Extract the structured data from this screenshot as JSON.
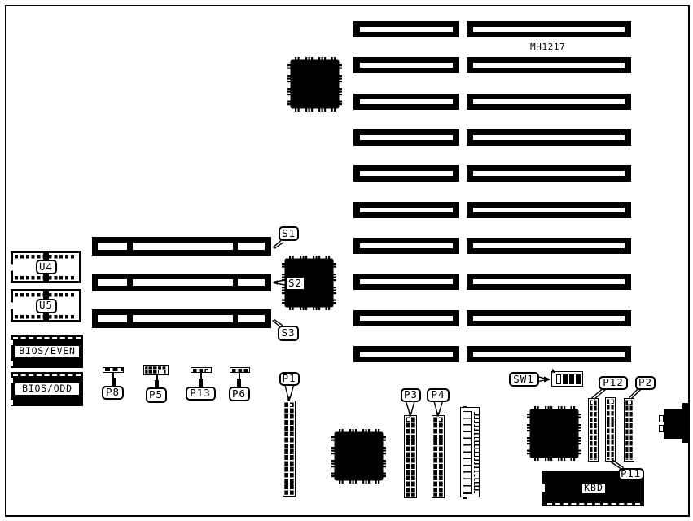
{
  "diagram": {
    "part_number": "MH1217",
    "ink_color": "#000000",
    "paper_color": "#ffffff",
    "labels": {
      "s1": "S1",
      "s2": "S2",
      "s3": "S3",
      "u4": "U4",
      "u5": "U5",
      "bios_even": "BIOS/EVEN",
      "bios_odd": "BIOS/ODD",
      "p8": "P8",
      "p5": "P5",
      "p13": "P13",
      "p6": "P6",
      "p1": "P1",
      "p3": "P3",
      "p4": "P4",
      "sw1": "SW1",
      "p12": "P12",
      "p2": "P2",
      "p11": "P11",
      "kbd": "KBD"
    }
  }
}
